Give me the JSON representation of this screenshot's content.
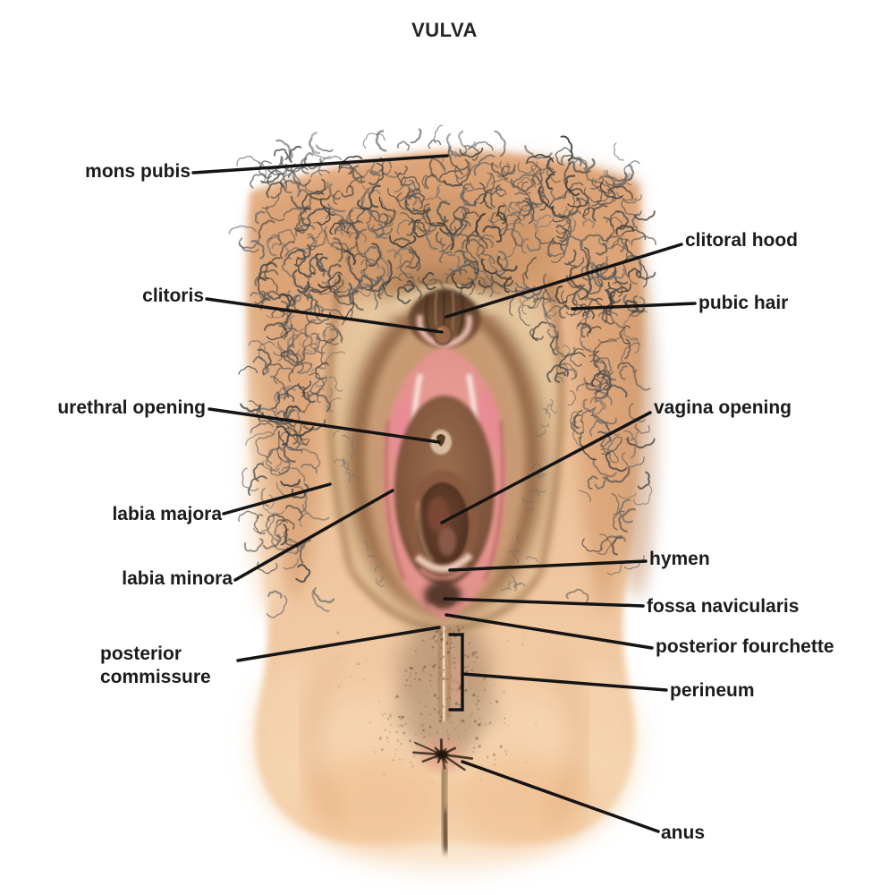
{
  "title": "VULVA",
  "labels": {
    "mons_pubis": "mons pubis",
    "clitoral_hood": "clitoral hood",
    "clitoris": "clitoris",
    "pubic_hair": "pubic hair",
    "urethral_opening": "urethral opening",
    "vagina_opening": "vagina opening",
    "labia_majora": "labia majora",
    "hymen": "hymen",
    "labia_minora": "labia minora",
    "fossa_navicularis": "fossa navicularis",
    "posterior_fourchette": "posterior fourchette",
    "posterior_commissure": "posterior commissure",
    "perineum": "perineum",
    "anus": "anus"
  },
  "colors": {
    "label_text": "#1b1b1b",
    "leader_line": "#141414",
    "skin": "#efc09a",
    "pubic_hair": "#4a4a4a",
    "labia_majora_cream": "#e8cfa8",
    "labia_minora_pink": "#e6968f",
    "vestibule_brown": "#7a4e36",
    "vaginal_opening_dark": "#4f3222"
  }
}
